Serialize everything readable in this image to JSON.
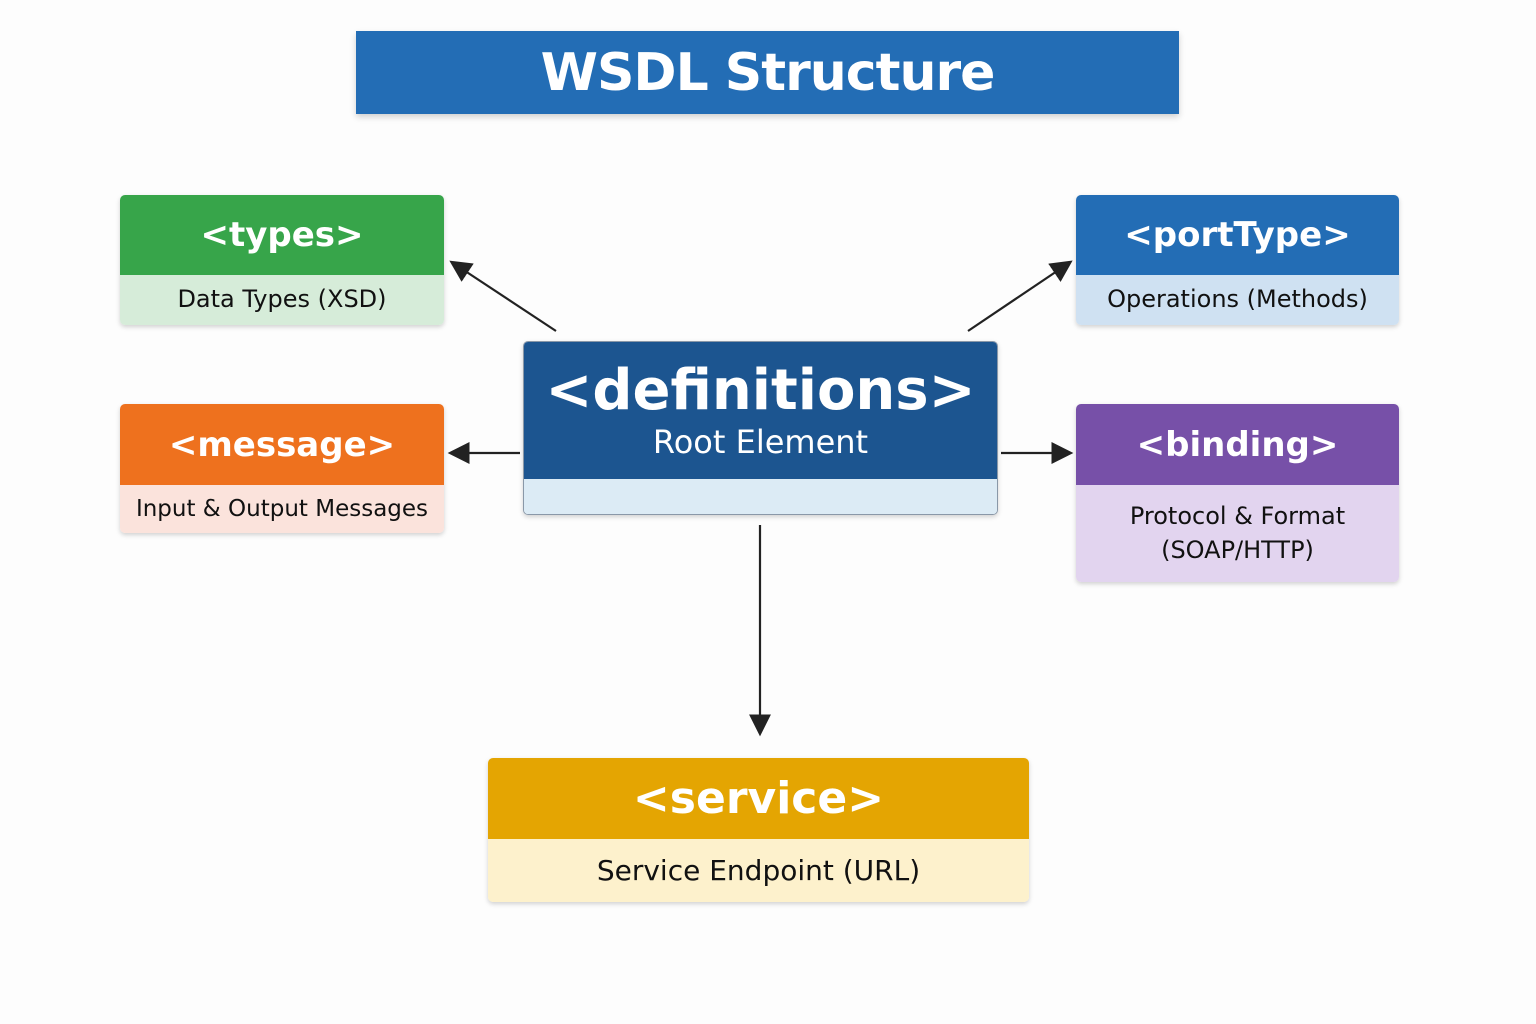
{
  "title": "WSDL Structure",
  "nodes": {
    "definitions": {
      "tag": "<definitions>",
      "description": "Root Element",
      "color": "#1c5590"
    },
    "types": {
      "tag": "<types>",
      "description": "Data Types (XSD)",
      "color": "#37a54a"
    },
    "portType": {
      "tag": "<portType>",
      "description": "Operations (Methods)",
      "color": "#236db5"
    },
    "message": {
      "tag": "<message>",
      "description": "Input & Output Messages",
      "color": "#ee711e"
    },
    "binding": {
      "tag": "<binding>",
      "description_line1": "Protocol & Format",
      "description_line2": "(SOAP/HTTP)",
      "color": "#7750a8"
    },
    "service": {
      "tag": "<service>",
      "description": "Service Endpoint (URL)",
      "color": "#e4a502"
    }
  },
  "edges": [
    {
      "from": "definitions",
      "to": "types"
    },
    {
      "from": "definitions",
      "to": "portType"
    },
    {
      "from": "definitions",
      "to": "message"
    },
    {
      "from": "definitions",
      "to": "binding"
    },
    {
      "from": "definitions",
      "to": "service"
    }
  ]
}
